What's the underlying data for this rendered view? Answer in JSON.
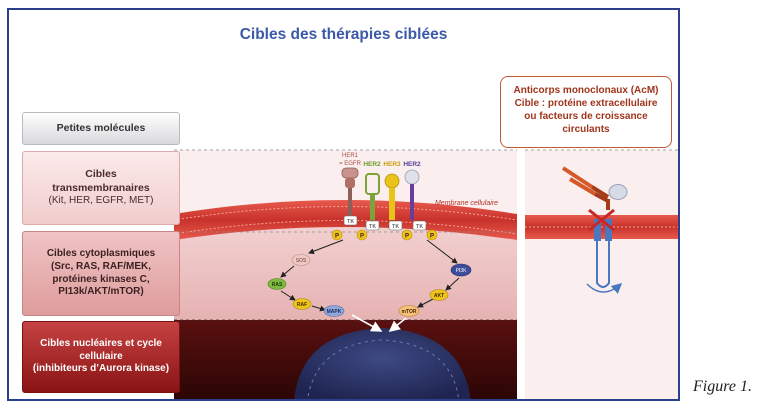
{
  "title": "Cibles des thérapies ciblées",
  "left_labels": {
    "small_molecules": "Petites molécules",
    "transmembrane": {
      "line1": "Cibles",
      "line2": "transmembranaires",
      "line3": "(Kit, HER, EGFR, MET)"
    },
    "cytoplasmic": {
      "line1": "Cibles cytoplasmiques",
      "line2": "(Src, RAS, RAF/MEK,",
      "line3": "protéines kinases C,",
      "line4": "PI13k/AKT/mTOR)"
    },
    "nuclear": {
      "line1": "Cibles nucléaires et cycle",
      "line2": "cellulaire",
      "line3": "(inhibiteurs d’Aurora kinase)"
    }
  },
  "antibody_box": {
    "line1": "Anticorps monoclonaux (AcM)",
    "line2": "Cible : protéine extracellulaire",
    "line3": "ou facteurs de croissance",
    "line4": "circulants"
  },
  "membrane_label": "Membrane cellulaire",
  "receptors": {
    "her1": "HER1",
    "egfr": "= EGFR",
    "her2a": "HER2",
    "her3": "HER3",
    "her2b": "HER2"
  },
  "nodes": {
    "tk": "TK",
    "p": "P",
    "sos": "SOS",
    "ras": "RAS",
    "raf": "RAF",
    "mapk": "MAPK",
    "pi3k": "PI3K",
    "akt": "AKT",
    "mtor": "mTOR"
  },
  "caption": "Figure 1.",
  "colors": {
    "border": "#2b3f8c",
    "title": "#3c58a8",
    "membrane": "#d8443b",
    "nucleus": "#2f3565",
    "antibody_text": "#a0351c"
  }
}
